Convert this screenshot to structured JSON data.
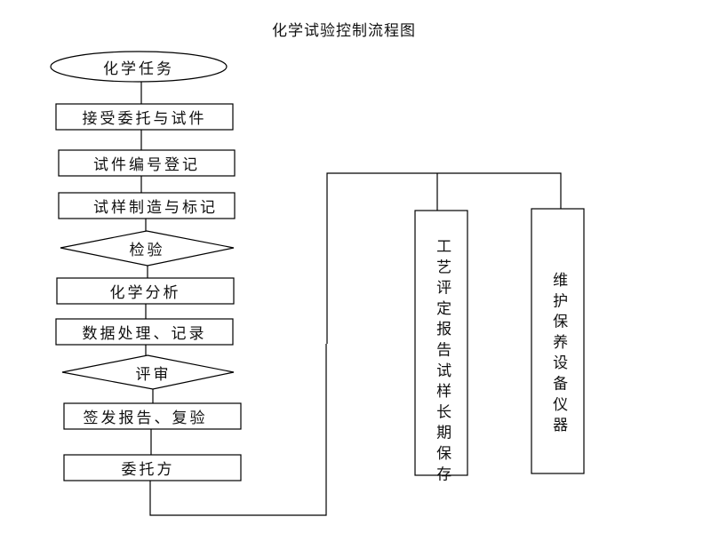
{
  "title": "化学试验控制流程图",
  "nodes": {
    "start": "化学任务",
    "accept": "接受委托与试件",
    "register": "试件编号登记",
    "prepare": "试样制造与标记",
    "inspect": "检验",
    "analysis": "化学分析",
    "data": "数据处理、记录",
    "review": "评审",
    "issue": "签发报告、复验",
    "client": "委托方",
    "archive": "工艺评定报告试样长期保存",
    "maintain": "维护保养设备仪器"
  },
  "colors": {
    "stroke": "#000000",
    "background": "#ffffff"
  }
}
